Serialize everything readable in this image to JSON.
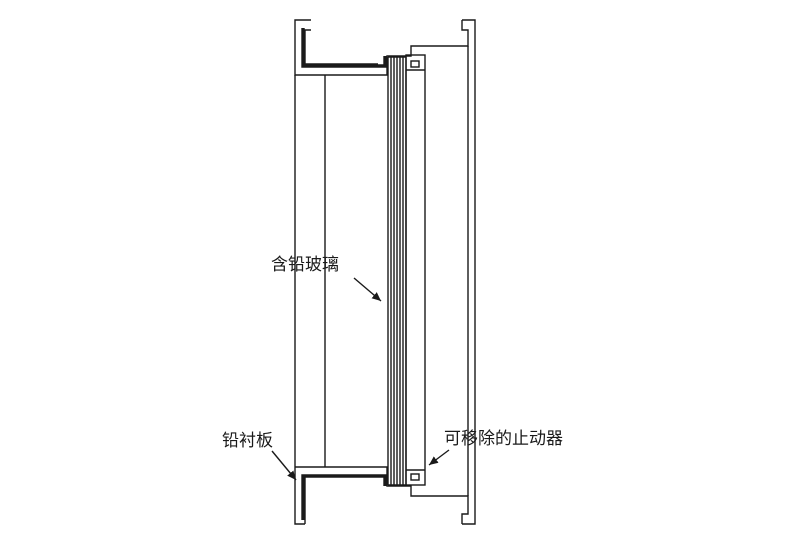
{
  "labels": {
    "lead_glass": "含铅玻璃",
    "lead_lining": "铅衬板",
    "removable_stop": "可移除的止动器"
  },
  "colors": {
    "line": "#1a1a1a",
    "background": "#ffffff"
  }
}
